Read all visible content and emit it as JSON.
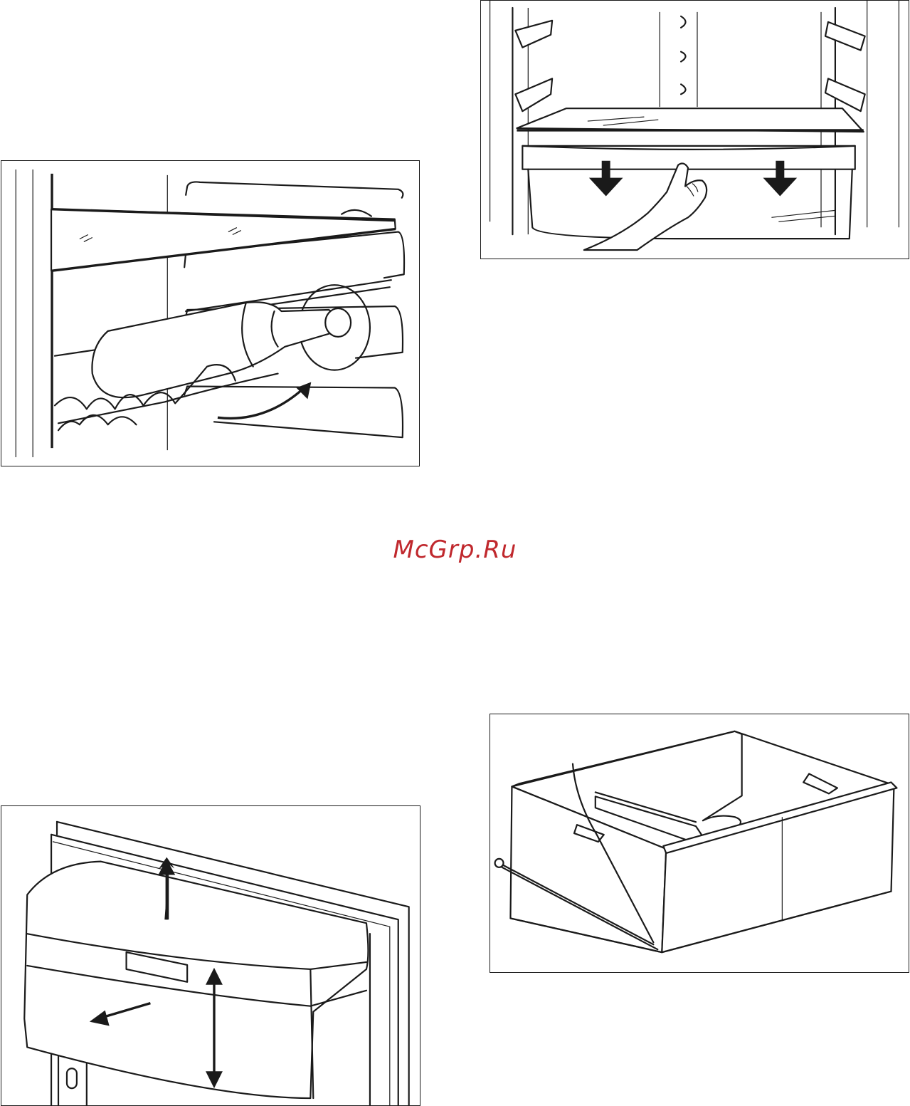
{
  "watermark": {
    "text": "McGrp.Ru",
    "color": "#c0282d"
  },
  "figures": [
    {
      "name": "bottle-rack-illustration"
    },
    {
      "name": "crisper-drawer-removal-illustration"
    },
    {
      "name": "door-shelf-illustration"
    },
    {
      "name": "vegetable-drawer-illustration"
    }
  ]
}
